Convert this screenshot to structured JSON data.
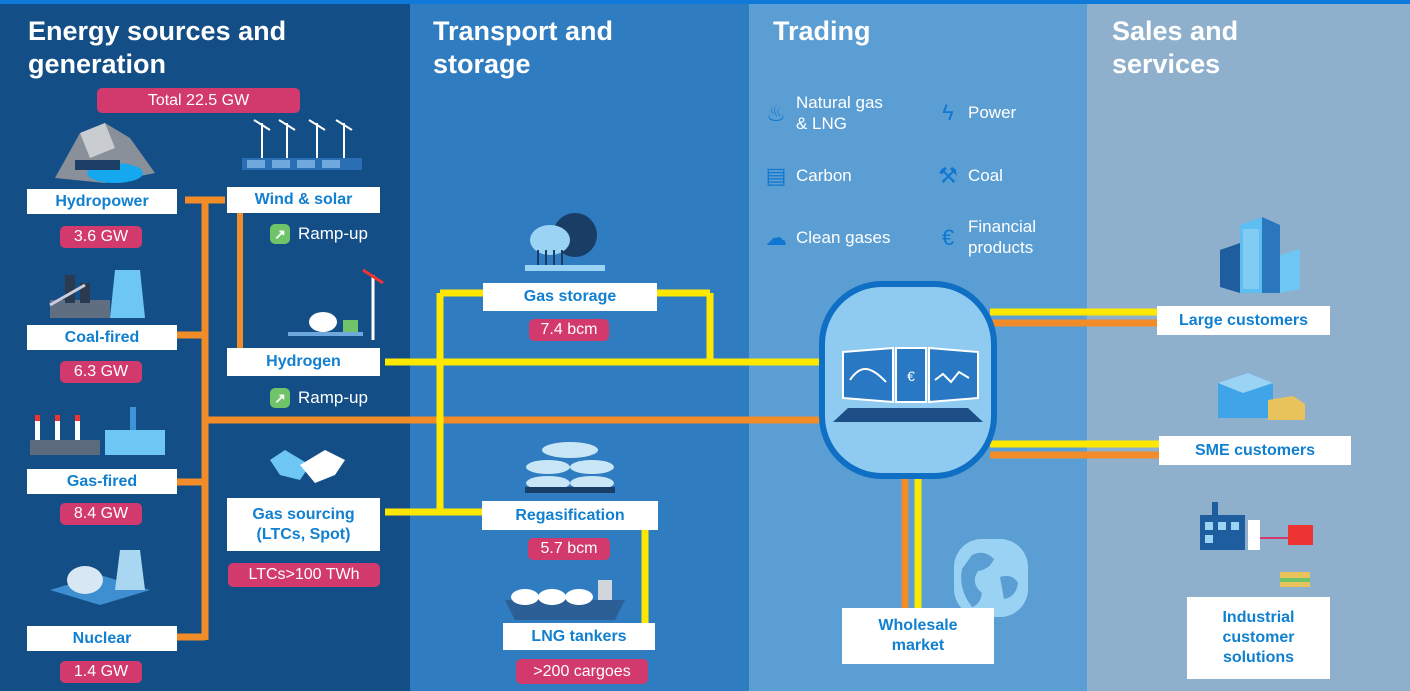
{
  "columns": {
    "energy": {
      "heading": "Energy sources and\ngeneration"
    },
    "transport": {
      "heading": "Transport and\nstorage"
    },
    "trading": {
      "heading": "Trading"
    },
    "sales": {
      "heading": "Sales and\nservices"
    }
  },
  "total": "Total 22.5 GW",
  "generation": [
    {
      "label": "Hydropower",
      "value": "3.6 GW"
    },
    {
      "label": "Coal-fired",
      "value": "6.3 GW"
    },
    {
      "label": "Gas-fired",
      "value": "8.4 GW"
    },
    {
      "label": "Nuclear",
      "value": "1.4 GW"
    }
  ],
  "wind_solar": {
    "label": "Wind & solar",
    "status": "Ramp-up"
  },
  "hydrogen": {
    "label": "Hydrogen",
    "status": "Ramp-up"
  },
  "gas_sourcing": {
    "label": "Gas sourcing\n(LTCs, Spot)",
    "value": "LTCs>100 TWh"
  },
  "gas_storage": {
    "label": "Gas storage",
    "value": "7.4 bcm"
  },
  "regasification": {
    "label": "Regasification",
    "value": "5.7 bcm"
  },
  "lng_tankers": {
    "label": "LNG tankers",
    "value": ">200 cargoes"
  },
  "trading_items": [
    {
      "label": "Natural gas\n& LNG",
      "icon": "flame-icon"
    },
    {
      "label": "Power",
      "icon": "lightning-icon"
    },
    {
      "label": "Carbon",
      "icon": "document-icon"
    },
    {
      "label": "Coal",
      "icon": "pickaxe-icon"
    },
    {
      "label": "Clean gases",
      "icon": "gas-cloud-icon"
    },
    {
      "label": "Financial\nproducts",
      "icon": "coins-icon"
    }
  ],
  "wholesale": "Wholesale\nmarket",
  "customers": {
    "large": "Large customers",
    "sme": "SME customers",
    "industrial": "Industrial\ncustomer\nsolutions"
  },
  "colors": {
    "gas_line": "#ffe800",
    "power_line": "#f28c28",
    "pill": "#d23a6e",
    "box_text": "#1180d0"
  }
}
